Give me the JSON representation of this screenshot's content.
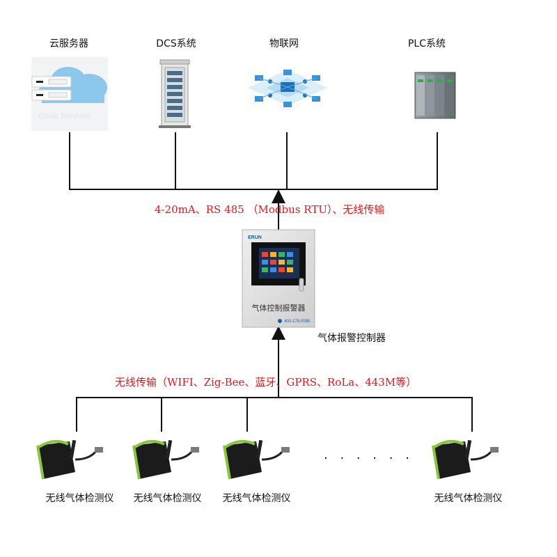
{
  "top_nodes": [
    {
      "label": "云服务器",
      "icon": "cloud-server-icon",
      "overlay_text": "Cloud Services"
    },
    {
      "label": "DCS系统",
      "icon": "dcs-cabinet-icon"
    },
    {
      "label": "物联网",
      "icon": "iot-network-icon"
    },
    {
      "label": "PLC系统",
      "icon": "plc-module-icon"
    }
  ],
  "upper_link_label": "4-20mA、RS 485 （Modbus RTU）、无线传输",
  "controller": {
    "brand": "ERUN",
    "panel_text": "气体控制报警器",
    "phone": "400-178-0085",
    "caption": "气体报警控制器"
  },
  "lower_link_label": "无线传输（WIFI、Zig-Bee、蓝牙、GPRS、RoLa、443M等）",
  "detectors": [
    {
      "label": "无线气体检测仪"
    },
    {
      "label": "无线气体检测仪"
    },
    {
      "label": "无线气体检测仪"
    },
    {
      "label": "无线气体检测仪"
    }
  ],
  "ellipsis": "· · ·   · · ·",
  "colors": {
    "line": "#111111",
    "link_label": "#e8141a",
    "device_green": "#8bc53f",
    "cloud_blue": "#8cc8ec"
  }
}
